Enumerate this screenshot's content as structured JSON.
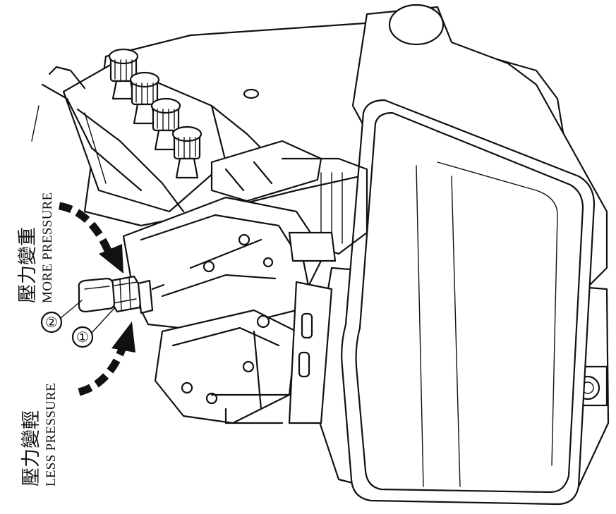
{
  "labels": {
    "more_pressure_zh": "壓力變重",
    "more_pressure_en": "MORE PRESSURE",
    "less_pressure_zh": "壓力變輕",
    "less_pressure_en": "LESS PRESSURE"
  },
  "callouts": [
    {
      "number": "①"
    },
    {
      "number": "②"
    }
  ],
  "colors": {
    "ink": "#111111",
    "paper": "#ffffff"
  }
}
